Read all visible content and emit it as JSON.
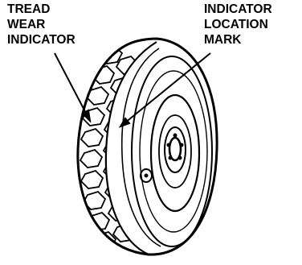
{
  "callouts": {
    "tread_wear_indicator": [
      "TREAD",
      "WEAR",
      "INDICATOR"
    ],
    "indicator_location_mark": [
      "INDICATOR",
      "LOCATION",
      "MARK"
    ]
  }
}
